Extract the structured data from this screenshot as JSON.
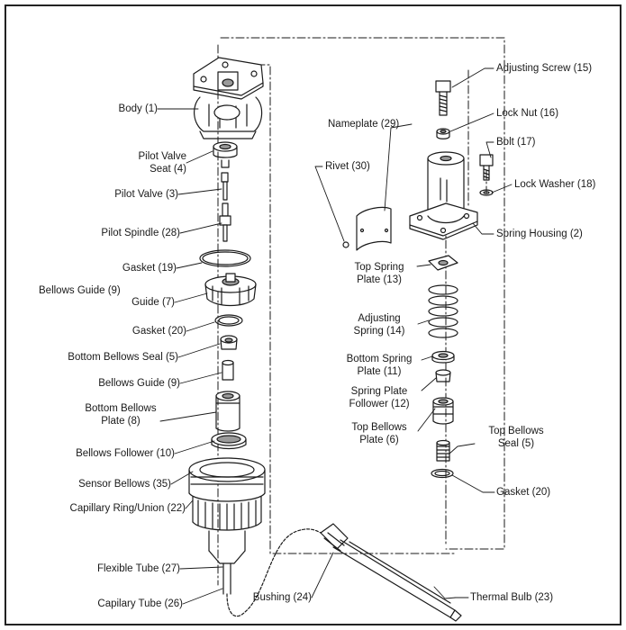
{
  "colors": {
    "ink": "#1a1a1a",
    "frame": "#222222",
    "shade": "#9a9a9a"
  },
  "labels": {
    "body": "Body (1)",
    "pilot_valve_seat_1": "Pilot Valve",
    "pilot_valve_seat_2": "Seat (4)",
    "pilot_valve": "Pilot Valve (3)",
    "pilot_spindle": "Pilot Spindle (28)",
    "gasket_19": "Gasket (19)",
    "bellows_guide_top": "Bellows Guide (9)",
    "guide_7": "Guide (7)",
    "gasket_20_left": "Gasket (20)",
    "bottom_bellows_seal": "Bottom Bellows Seal (5)",
    "bellows_guide_9": "Bellows Guide (9)",
    "bottom_bellows_plate_1": "Bottom Bellows",
    "bottom_bellows_plate_2": "Plate (8)",
    "bellows_follower": "Bellows Follower (10)",
    "sensor_bellows": "Sensor Bellows (35)",
    "capillary_ring": "Capillary Ring/Union (22)",
    "flexible_tube": "Flexible Tube (27)",
    "capilary_tube": "Capilary Tube (26)",
    "bushing": "Bushing (24)",
    "thermal_bulb": "Thermal Bulb (23)",
    "adjusting_screw": "Adjusting Screw (15)",
    "lock_nut": "Lock Nut (16)",
    "nameplate": "Nameplate (29)",
    "bolt": "Bolt (17)",
    "rivet": "Rivet (30)",
    "lock_washer": "Lock Washer (18)",
    "spring_housing": "Spring Housing (2)",
    "top_spring_plate_1": "Top Spring",
    "top_spring_plate_2": "Plate (13)",
    "adjusting_spring_1": "Adjusting",
    "adjusting_spring_2": "Spring (14)",
    "bottom_spring_plate_1": "Bottom Spring",
    "bottom_spring_plate_2": "Plate (11)",
    "spring_plate_follower_1": "Spring Plate",
    "spring_plate_follower_2": "Follower (12)",
    "top_bellows_plate_1": "Top Bellows",
    "top_bellows_plate_2": "Plate (6)",
    "top_bellows_seal_1": "Top Bellows",
    "top_bellows_seal_2": "Seal (5)",
    "gasket_20_right": "Gasket (20)"
  }
}
